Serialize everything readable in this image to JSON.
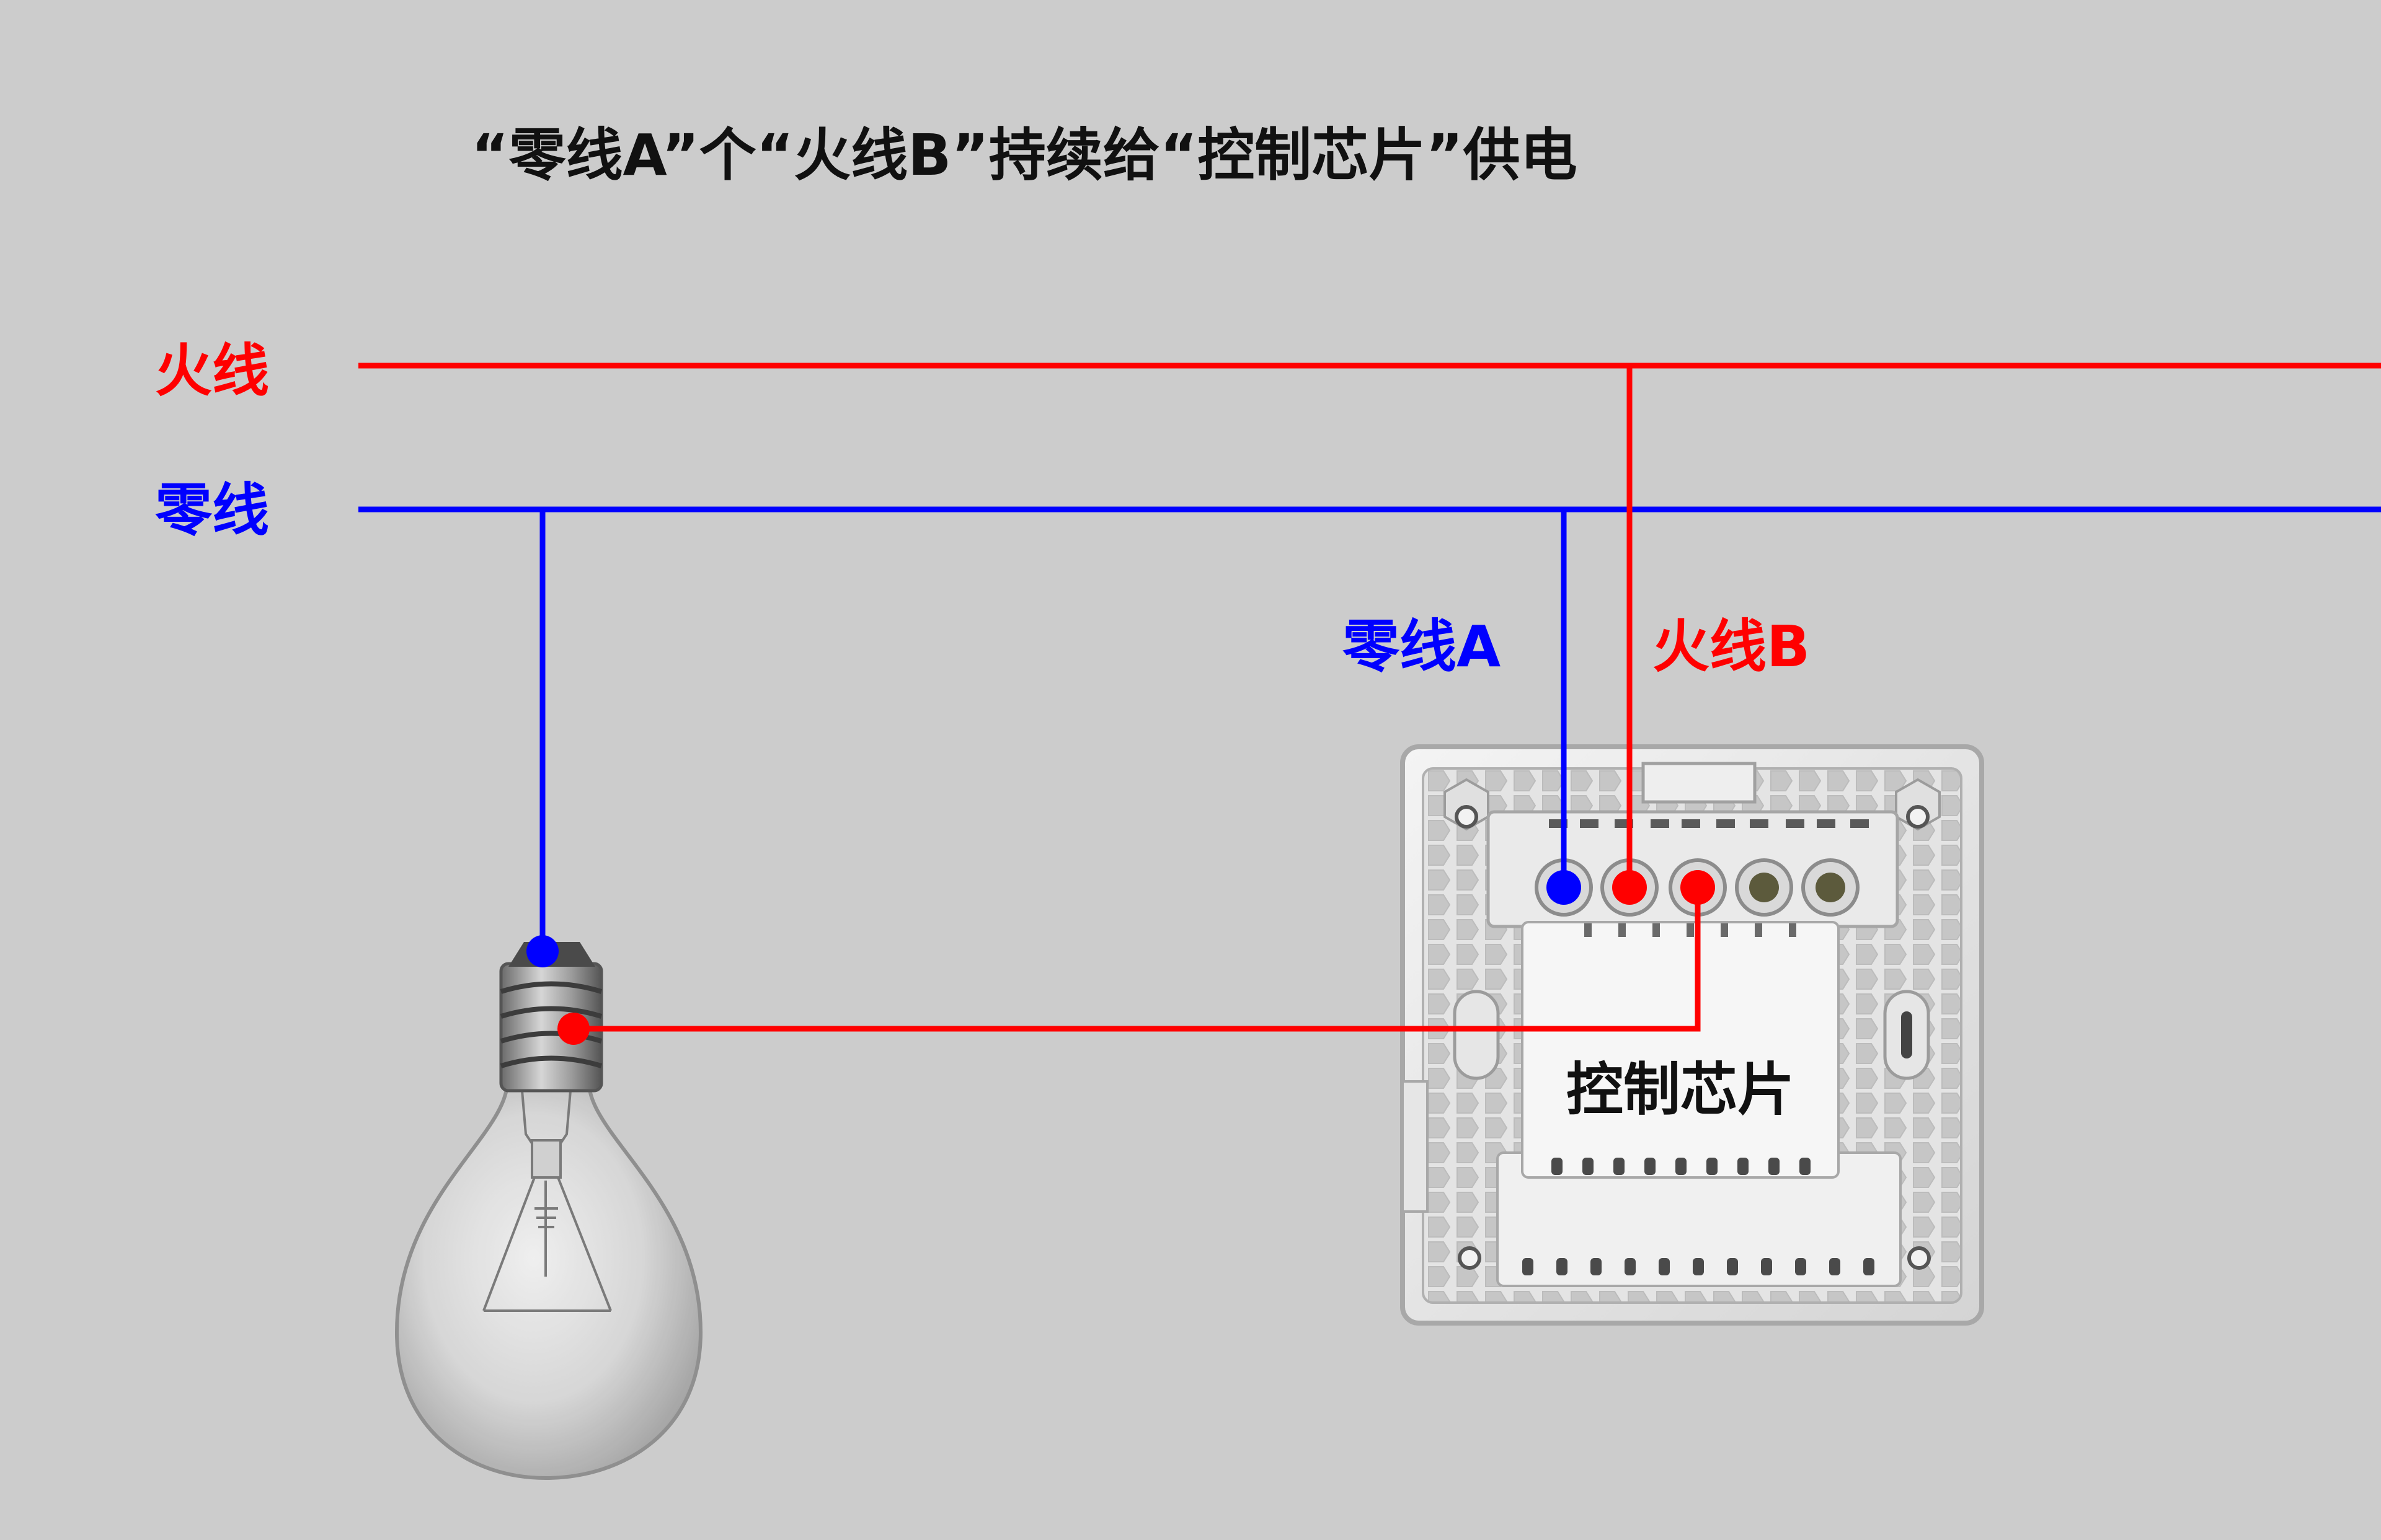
{
  "title": "“零线A”个“火线B”持续给“控制芯片”供电",
  "labels": {
    "live_main": "火线",
    "neutral_main": "零线",
    "neutral_a": "零线A",
    "live_b": "火线B",
    "chip": "控制芯片"
  },
  "colors": {
    "live": "#ff0000",
    "neutral": "#0000ff",
    "background": "#cccccc",
    "text": "#111111"
  }
}
